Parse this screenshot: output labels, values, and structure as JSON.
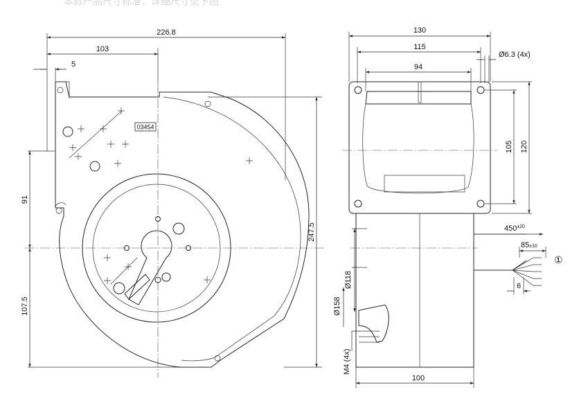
{
  "watermark_text": "本款产品尺寸标准，详细尺寸见下图",
  "front_view": {
    "part_number": "03454",
    "dimensions": {
      "overall_width": "226.8",
      "left_to_axis": "103",
      "flange_offset": "5",
      "axis_to_upper_hole": "91",
      "axis_to_bottom": "107.5",
      "overall_height": "247.5"
    }
  },
  "side_view": {
    "dimensions": {
      "flange_width": "130",
      "hole_spacing_h": "115",
      "hole_diameter": "Ø6.3 (4x)",
      "outlet_width": "94",
      "hole_spacing_v": "105",
      "flange_height": "120",
      "cable_length": "450",
      "cable_length_tol": "±20",
      "strip_length": "85",
      "strip_length_tol": "±10",
      "wire_end": "6",
      "motor_diameter": "Ø118",
      "mount_diameter": "Ø158",
      "mount_screw": "M4 (4x)",
      "motor_width": "100"
    },
    "callout": "①"
  }
}
